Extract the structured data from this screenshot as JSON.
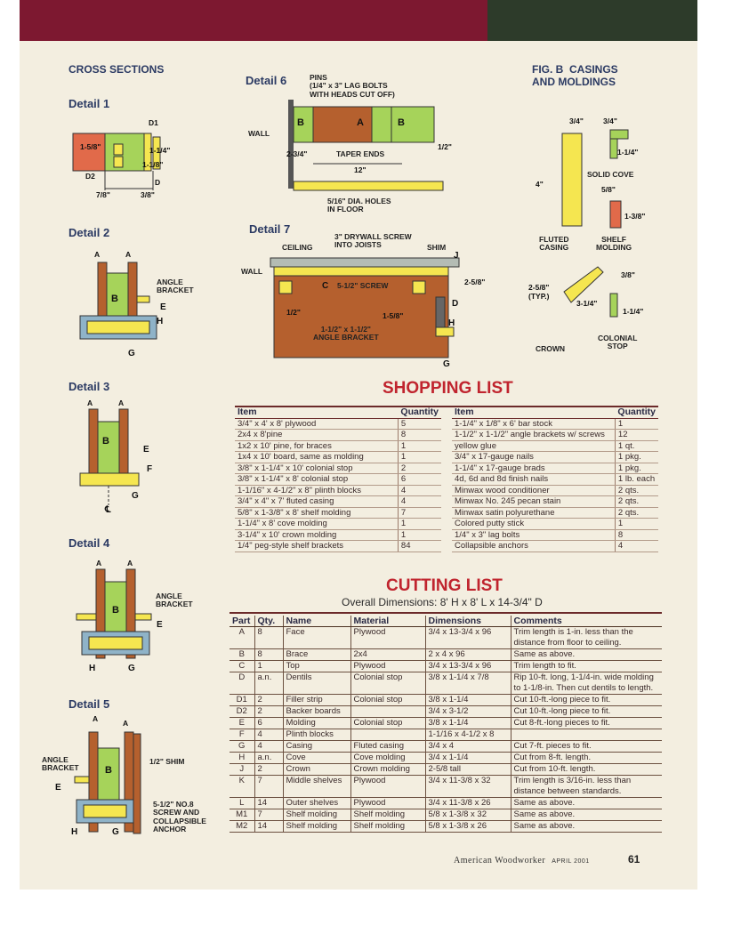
{
  "cross_sections": {
    "title": "CROSS SECTIONS",
    "detail1": {
      "label": "Detail 1",
      "dims": [
        "D1",
        "1-5/8\"",
        "1-1/4\"",
        "1-1/8\"",
        "D2",
        "D",
        "7/8\"",
        "3/8\""
      ]
    },
    "detail2": {
      "label": "Detail 2",
      "parts": [
        "A",
        "A",
        "B",
        "E",
        "H",
        "G"
      ],
      "note": "ANGLE\nBRACKET"
    },
    "detail3": {
      "label": "Detail 3",
      "parts": [
        "A",
        "A",
        "B",
        "E",
        "F",
        "G",
        "℄"
      ]
    },
    "detail4": {
      "label": "Detail 4",
      "parts": [
        "A",
        "A",
        "B",
        "E",
        "H",
        "G"
      ],
      "note": "ANGLE\nBRACKET"
    },
    "detail5": {
      "label": "Detail 5",
      "parts": [
        "A",
        "A",
        "B",
        "E",
        "H",
        "G"
      ],
      "note_left": "ANGLE\nBRACKET",
      "note_shim": "1/2\" SHIM",
      "note_screw": "5-1/2\" NO.8\nSCREW AND\nCOLLAPSIBLE\nANCHOR"
    }
  },
  "detail6": {
    "label": "Detail 6",
    "pins": "PINS\n(1/4\" x 3\" LAG BOLTS\nWITH HEADS CUT OFF)",
    "wall": "WALL",
    "parts": [
      "B",
      "A",
      "B"
    ],
    "dims": [
      "2-3/4\"",
      "1/2\"",
      "12\""
    ],
    "taper": "TAPER ENDS",
    "holes": "5/16\" DIA. HOLES\nIN FLOOR"
  },
  "detail7": {
    "label": "Detail 7",
    "ceiling": "CEILING",
    "screw": "3\" DRYWALL SCREW\nINTO JOISTS",
    "shim": "SHIM",
    "wall": "WALL",
    "c_screw": "5-1/2\" SCREW",
    "dims": [
      "1/2\"",
      "1-5/8\"",
      "2-5/8\""
    ],
    "bracket": "1-1/2\" x 1-1/2\"\nANGLE BRACKET",
    "parts": [
      "C",
      "J",
      "D",
      "H",
      "G"
    ]
  },
  "fig_b": {
    "title": "FIG. B  CASINGS\nAND MOLDINGS",
    "fluted": "FLUTED\nCASING",
    "fluted_dims": [
      "3/4\"",
      "4\""
    ],
    "cove": "SOLID COVE",
    "cove_dims": [
      "3/4\"",
      "1-1/4\""
    ],
    "shelf": "SHELF\nMOLDING",
    "shelf_dims": [
      "5/8\"",
      "1-3/8\""
    ],
    "crown": "CROWN",
    "crown_dims": [
      "2-5/8\"\n(TYP.)",
      "3-1/4\""
    ],
    "stop": "COLONIAL\nSTOP",
    "stop_dims": [
      "3/8\"",
      "1-1/4\""
    ]
  },
  "shopping_list": {
    "title": "SHOPPING LIST",
    "headers": [
      "Item",
      "Quantity",
      "Item",
      "Quantity"
    ],
    "left": [
      [
        "3/4\" x 4' x 8' plywood",
        "5"
      ],
      [
        "2x4 x 8'pine",
        "8"
      ],
      [
        "1x2 x 10' pine, for braces",
        "1"
      ],
      [
        "1x4 x 10' board, same as molding",
        "1"
      ],
      [
        "3/8\" x 1-1/4\" x 10' colonial stop",
        "2"
      ],
      [
        "3/8\" x 1-1/4\" x 8' colonial stop",
        "6"
      ],
      [
        "1-1/16\" x 4-1/2\" x 8\" plinth blocks",
        "4"
      ],
      [
        "3/4\" x 4\" x 7' fluted casing",
        "4"
      ],
      [
        "5/8\" x 1-3/8\" x 8' shelf molding",
        "7"
      ],
      [
        "1-1/4\" x 8' cove molding",
        "1"
      ],
      [
        "3-1/4\" x 10' crown molding",
        "1"
      ],
      [
        "1/4\" peg-style shelf brackets",
        "84"
      ]
    ],
    "right": [
      [
        "1-1/4\" x 1/8\" x 6' bar stock",
        "1"
      ],
      [
        "1-1/2\" x 1-1/2\" angle brackets w/ screws",
        "12"
      ],
      [
        "yellow glue",
        "1 qt."
      ],
      [
        "3/4\" x 17-gauge nails",
        "1 pkg."
      ],
      [
        "1-1/4\" x 17-gauge brads",
        "1 pkg."
      ],
      [
        "4d, 6d and 8d finish nails",
        "1 lb. each"
      ],
      [
        "Minwax wood conditioner",
        "2 qts."
      ],
      [
        "Minwax No. 245 pecan stain",
        "2 qts."
      ],
      [
        "Minwax satin polyurethane",
        "2 qts."
      ],
      [
        "Colored putty stick",
        "1"
      ],
      [
        "1/4\" x 3\" lag bolts",
        "8"
      ],
      [
        "Collapsible anchors",
        "4"
      ]
    ]
  },
  "cutting_list": {
    "title": "CUTTING LIST",
    "subtitle": "Overall Dimensions: 8' H x 8' L x 14-3/4\" D",
    "headers": [
      "Part",
      "Qty.",
      "Name",
      "Material",
      "Dimensions",
      "Comments"
    ],
    "rows": [
      [
        "A",
        "8",
        "Face",
        "Plywood",
        "3/4 x 13-3/4 x 96",
        "Trim length is 1-in. less than the distance from floor to ceiling."
      ],
      [
        "B",
        "8",
        "Brace",
        "2x4",
        "2 x 4 x 96",
        "Same as above."
      ],
      [
        "C",
        "1",
        "Top",
        "Plywood",
        "3/4 x 13-3/4 x 96",
        "Trim length to fit."
      ],
      [
        "D",
        "a.n.",
        "Dentils",
        "Colonial stop",
        "3/8 x 1-1/4 x 7/8",
        "Rip 10-ft. long, 1-1/4-in. wide molding to 1-1/8-in. Then cut dentils to length."
      ],
      [
        "D1",
        "2",
        "Filler strip",
        "Colonial stop",
        "3/8 x 1-1/4",
        "Cut 10-ft.-long piece to fit."
      ],
      [
        "D2",
        "2",
        "Backer boards",
        "",
        "3/4 x 3-1/2",
        "Cut 10-ft.-long piece to fit."
      ],
      [
        "E",
        "6",
        "Molding",
        "Colonial stop",
        "3/8 x 1-1/4",
        "Cut 8-ft.-long pieces to fit."
      ],
      [
        "F",
        "4",
        "Plinth blocks",
        "",
        "1-1/16 x 4-1/2 x 8",
        ""
      ],
      [
        "G",
        "4",
        "Casing",
        "Fluted casing",
        "3/4 x 4",
        "Cut 7-ft. pieces to fit."
      ],
      [
        "H",
        "a.n.",
        "Cove",
        "Cove molding",
        "3/4 x 1-1/4",
        "Cut from 8-ft. length."
      ],
      [
        "J",
        "2",
        "Crown",
        "Crown molding",
        "2-5/8 tall",
        "Cut from 10-ft. length."
      ],
      [
        "K",
        "7",
        "Middle shelves",
        "Plywood",
        "3/4 x 11-3/8 x 32",
        "Trim length is 3/16-in. less than distance between standards."
      ],
      [
        "L",
        "14",
        "Outer shelves",
        "Plywood",
        "3/4 x 11-3/8 x 26",
        "Same as above."
      ],
      [
        "M1",
        "7",
        "Shelf molding",
        "Shelf molding",
        "5/8 x 1-3/8 x 32",
        "Same as above."
      ],
      [
        "M2",
        "14",
        "Shelf molding",
        "Shelf molding",
        "5/8 x 1-3/8 x 26",
        "Same as above."
      ]
    ]
  },
  "footer": {
    "magazine": "American Woodworker",
    "issue": "APRIL 2001",
    "page": "61"
  }
}
